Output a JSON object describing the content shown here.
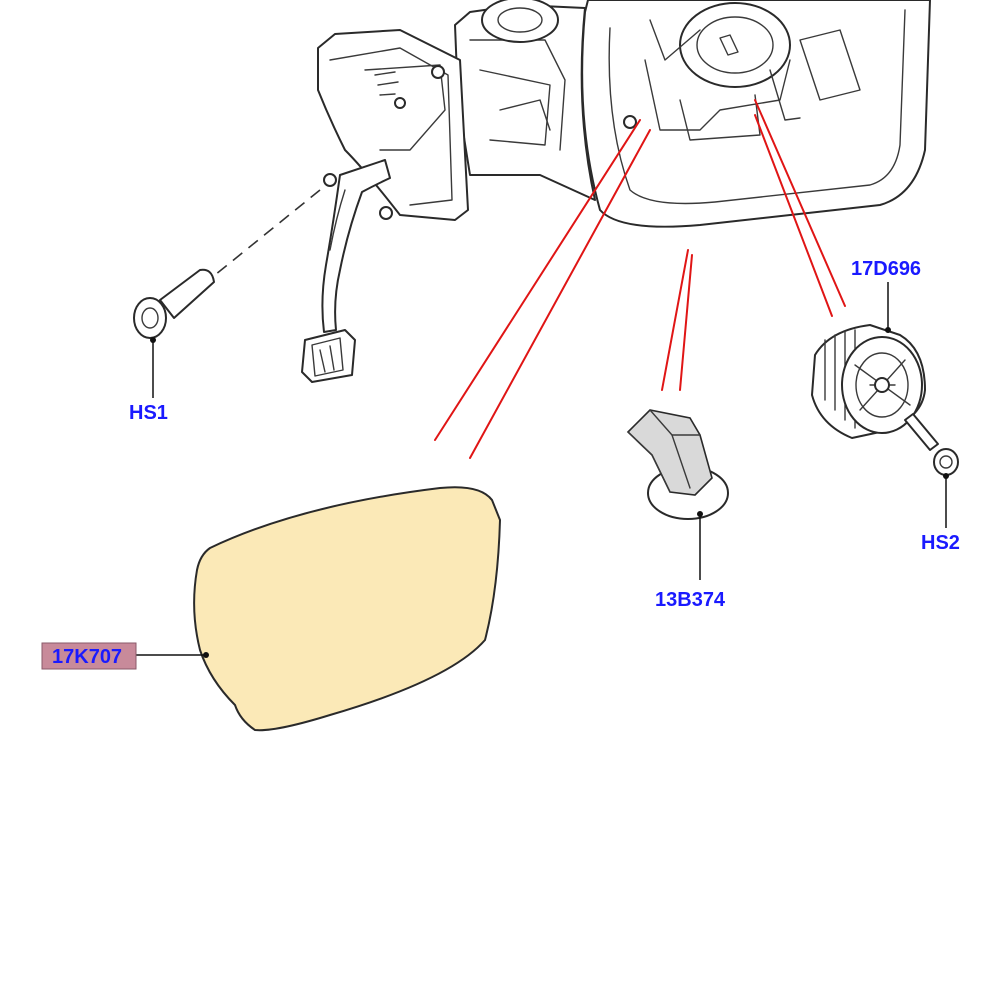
{
  "colors": {
    "callout_text": "#1a1aff",
    "reference_line": "#e01515",
    "mirror_glass_fill": "#fbe9b7",
    "highlight_label_bg": "#c88a9a"
  },
  "callouts": {
    "screw_1": "HS1",
    "screw_2": "HS2",
    "motor": "17D696",
    "clip": "13B374",
    "glass": "17K707"
  }
}
